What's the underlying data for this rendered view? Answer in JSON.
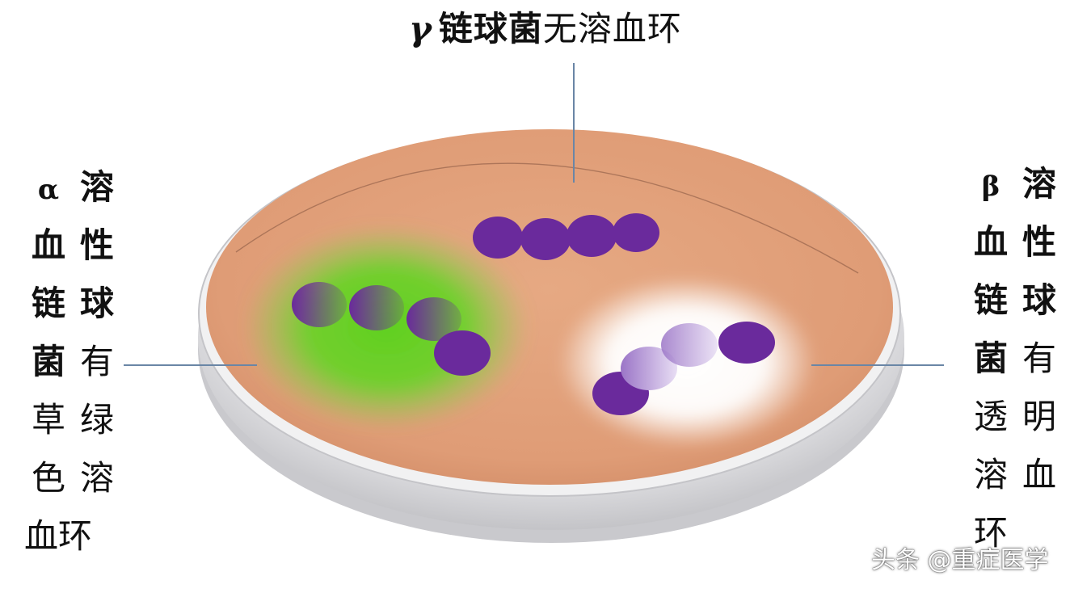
{
  "top_label": {
    "greek": "γ",
    "bold": "链球菌",
    "rest": "无溶血环"
  },
  "left_label": {
    "rows": [
      [
        {
          "t": "α",
          "bold": true,
          "greek": true
        },
        {
          "t": "溶",
          "bold": true
        }
      ],
      [
        {
          "t": "血",
          "bold": true
        },
        {
          "t": "性",
          "bold": true
        }
      ],
      [
        {
          "t": "链",
          "bold": true
        },
        {
          "t": "球",
          "bold": true
        }
      ],
      [
        {
          "t": "菌",
          "bold": true
        },
        {
          "t": "有",
          "bold": false
        }
      ],
      [
        {
          "t": "草",
          "bold": false
        },
        {
          "t": "绿",
          "bold": false
        }
      ],
      [
        {
          "t": "色",
          "bold": false
        },
        {
          "t": "溶",
          "bold": false
        }
      ],
      [
        {
          "t": "血环",
          "bold": false
        }
      ]
    ]
  },
  "right_label": {
    "rows": [
      [
        {
          "t": "β",
          "bold": true,
          "greek": true
        },
        {
          "t": "溶",
          "bold": true
        }
      ],
      [
        {
          "t": "血",
          "bold": true
        },
        {
          "t": "性",
          "bold": true
        }
      ],
      [
        {
          "t": "链",
          "bold": true
        },
        {
          "t": "球",
          "bold": true
        }
      ],
      [
        {
          "t": "菌",
          "bold": true
        },
        {
          "t": "有",
          "bold": false
        }
      ],
      [
        {
          "t": "透",
          "bold": false
        },
        {
          "t": "明",
          "bold": false
        }
      ],
      [
        {
          "t": "溶",
          "bold": false
        },
        {
          "t": "血",
          "bold": false
        }
      ],
      [
        {
          "t": "环",
          "bold": false
        }
      ]
    ]
  },
  "watermark": "头条 @重症医学",
  "colors": {
    "agar": "#e0a07c",
    "dish_rim": "#d7d7da",
    "green_halo": "#6fd12e",
    "clear_halo": "#ffffff",
    "colony": "#6a2a9c",
    "leader_line": "#6a86a6"
  }
}
